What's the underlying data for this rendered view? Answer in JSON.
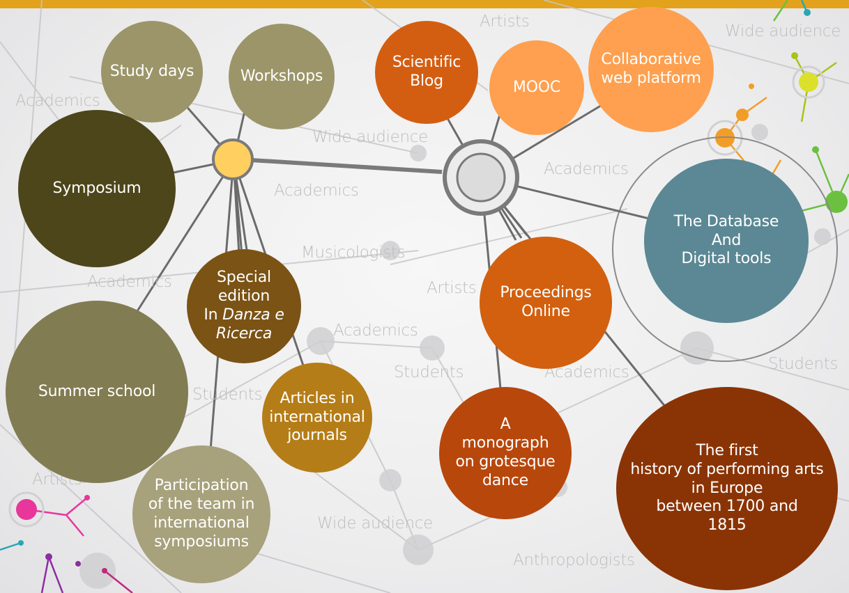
{
  "audience_labels": {
    "artists_top": "Artists",
    "wide_audience_top_right": "Wide audience",
    "academics_left": "Academics",
    "wide_audience_center": "Wide audience",
    "academics_right_of_hub": "Academics",
    "academics_center": "Academics",
    "musicologists": "Musicologists",
    "academics_mid_left": "Academics",
    "artists_mid": "Artists",
    "academics_mid": "Academics",
    "students_mid": "Students",
    "academics_lower": "Academics",
    "students_right": "Students",
    "students_left": "Students",
    "artists_left": "Artists",
    "wide_audience_bottom": "Wide audience",
    "anthropologists": "Anthropologists"
  },
  "nodes": {
    "study_days": "Study days",
    "workshops": "Workshops",
    "symposium": "Symposium",
    "summer_school": "Summer school",
    "special_edition": {
      "line1": "Special",
      "line2": "edition",
      "line3_prefix": "In ",
      "line3_italic": "Danza e",
      "line4_italic": "Ricerca"
    },
    "articles": [
      "Articles in",
      "international",
      "journals"
    ],
    "participation": [
      "Participation",
      "of the team in",
      "international",
      "symposiums"
    ],
    "scientific_blog": [
      "Scientific",
      "Blog"
    ],
    "mooc": "MOOC",
    "collaborative": [
      "Collaborative",
      "web platform"
    ],
    "database": [
      "The Database",
      "And",
      "Digital tools"
    ],
    "proceedings": [
      "Proceedings",
      "Online"
    ],
    "monograph": [
      "A",
      "monograph",
      "on grotesque",
      "dance"
    ],
    "first_history": [
      "The first",
      "history of performing arts",
      "in Europe",
      "between 1700 and",
      "1815"
    ]
  },
  "colors": {
    "top_bar": "#e3a21c",
    "khaki": "#9b9569",
    "dark_olive": "#4d461a",
    "olive_large": "#827c52",
    "brown": "#7a5315",
    "gold": "#b57d17",
    "taupe": "#a7a17c",
    "orange_dark": "#d35e12",
    "orange_light": "#fea04f",
    "teal": "#5b8894",
    "orange_mid": "#d2600f",
    "rust": "#b8470c",
    "maroon": "#8a3406",
    "hub_left": "#ffcf60",
    "hub_right": "#dcdcdc",
    "connector": "#6b6b6b",
    "faint_label": "#bdbdbd"
  },
  "decor_icons": [
    "network-background-icon",
    "magenta-node-icon",
    "green-node-icon",
    "yellow-node-icon",
    "orange-node-icon",
    "teal-node-icon"
  ]
}
